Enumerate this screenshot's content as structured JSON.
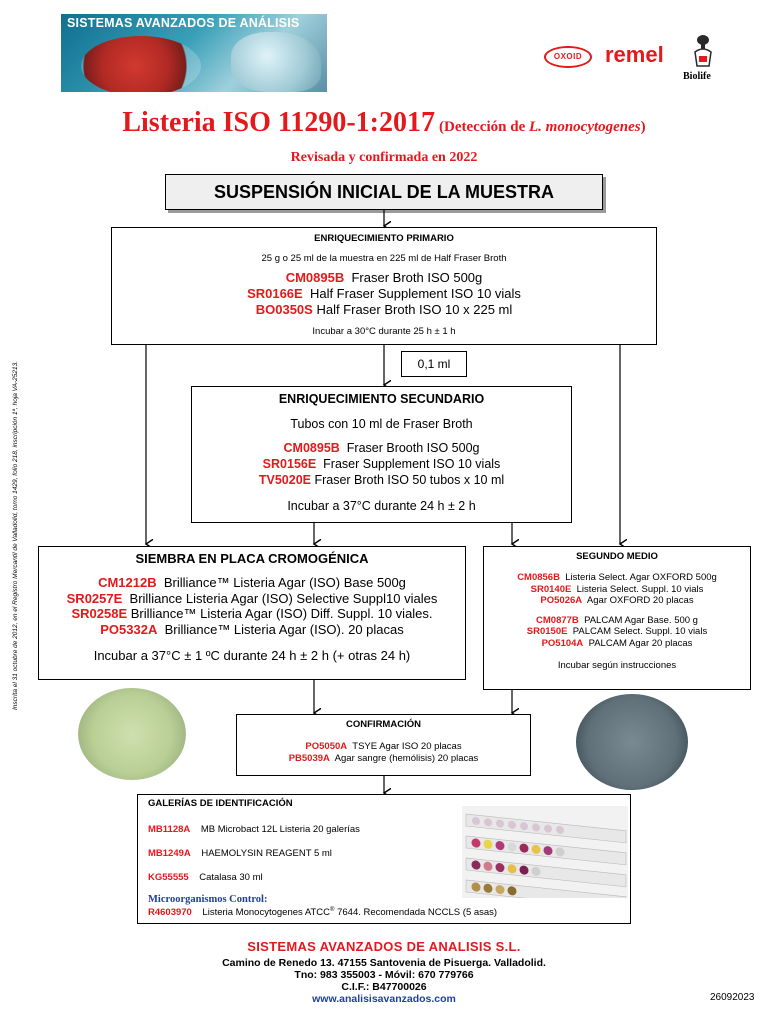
{
  "header": {
    "banner_title": "SISTEMAS AVANZADOS DE ANÁLISIS",
    "oxoid": "OXOID",
    "remel": "remel",
    "biolife": "Biolife"
  },
  "title": {
    "main": "Listeria ISO 11290-1:2017",
    "sub_prefix": "(Detección de ",
    "sub_italic": "L. monocytogenes",
    "sub_suffix": ")",
    "revised": "Revisada y confirmada en 2022"
  },
  "suspension_label": "SUSPENSIÓN INICIAL DE LA MUESTRA",
  "primary": {
    "heading": "ENRIQUECIMIENTO PRIMARIO",
    "intro": "25 g o 25 ml de la muestra en 225 ml de Half Fraser Broth",
    "products": [
      {
        "code": "CM0895B",
        "desc": "Fraser Broth ISO  500g"
      },
      {
        "code": "SR0166E",
        "desc": "Half Fraser Supplement ISO 10 vials"
      },
      {
        "code": "BO0350S",
        "desc": "Half Fraser Broth ISO 10 x 225 ml"
      }
    ],
    "incubation": "Incubar a 30°C durante 25 h ± 1 h"
  },
  "transfer_volume": "0,1 ml",
  "secondary": {
    "heading": "ENRIQUECIMIENTO SECUNDARIO",
    "intro": "Tubos con 10 ml de Fraser Broth",
    "products": [
      {
        "code": "CM0895B",
        "desc": "Fraser Brooth ISO  500g"
      },
      {
        "code": "SR0156E",
        "desc": "Fraser Supplement ISO 10 vials"
      },
      {
        "code": "TV5020E",
        "desc": "Fraser Broth ISO 50 tubos x 10 ml"
      }
    ],
    "incubation": "Incubar a 37°C durante 24 h ± 2 h"
  },
  "chromogenic": {
    "heading": "SIEMBRA EN PLACA CROMOGÉNICA",
    "products": [
      {
        "code": "CM1212B",
        "desc": "Brilliance™ Listeria Agar (ISO) Base 500g"
      },
      {
        "code": "SR0257E",
        "desc": "Brilliance Listeria Agar (ISO) Selective Suppl10 viales"
      },
      {
        "code": "SR0258E",
        "desc": "Brilliance™ Listeria Agar (ISO) Diff. Suppl. 10 viales."
      },
      {
        "code": "PO5332A",
        "desc": "Brilliance™ Listeria Agar (ISO). 20 placas"
      }
    ],
    "incubation": "Incubar a 37°C ± 1 ºC durante 24 h ± 2 h (+ otras 24 h)"
  },
  "second_medium": {
    "heading": "SEGUNDO MEDIO",
    "group1": [
      {
        "code": "CM0856B",
        "desc": "Listeria Select. Agar OXFORD 500g"
      },
      {
        "code": "SR0140E",
        "desc": "Listeria Select. Suppl. 10 vials"
      },
      {
        "code": "PO5026A",
        "desc": "Agar OXFORD 20 placas"
      }
    ],
    "group2": [
      {
        "code": "CM0877B",
        "desc": "PALCAM Agar Base. 500 g"
      },
      {
        "code": "SR0150E",
        "desc": "PALCAM Select. Suppl. 10 vials"
      },
      {
        "code": "PO5104A",
        "desc": "PALCAM Agar 20 placas"
      }
    ],
    "incubation": "Incubar según instrucciones"
  },
  "confirmation": {
    "heading": "CONFIRMACIÓN",
    "products": [
      {
        "code": "PO5050A",
        "desc": "TSYE Agar ISO 20 placas"
      },
      {
        "code": "PB5039A",
        "desc": "Agar sangre (hemólisis) 20 placas"
      }
    ]
  },
  "identification": {
    "heading": "GALERÍAS DE IDENTIFICACIÓN",
    "products": [
      {
        "code": "MB1128A",
        "desc": "MB Microbact 12L Listeria 20 galerías"
      },
      {
        "code": "MB1249A",
        "desc": "HAEMOLYSIN REAGENT 5 ml"
      },
      {
        "code": "KG55555",
        "desc": "Catalasa 30 ml"
      }
    ],
    "control_heading": "Microorganismos Control:",
    "control": {
      "code": "R4603970",
      "desc_prefix": "Listeria Monocytogenes ATCC",
      "desc_sup": "®",
      "desc_suffix": " 7644. Recomendada NCCLS (5 asas)"
    }
  },
  "side_note": "Inscrita el 31 octubre de 2012, en el Registro Mercantil de Valladolid,  tomo 1429, folio 218, inscripción 1ª, hoja VA-25213.",
  "footer": {
    "company": "SISTEMAS AVANZADOS DE ANALISIS S.L.",
    "address": "Camino de Renedo 13. 47155 Santovenia de Pisuerga. Valladolid.",
    "phones": "Tno: 983 355003 - Móvil: 670 779766",
    "cif": "C.I.F.: B47700026",
    "web": "www.analisisavanzados.com",
    "doc_code": "26092023"
  },
  "colors": {
    "accent_red": "#e3191b",
    "link_blue": "#1f3fa0"
  }
}
